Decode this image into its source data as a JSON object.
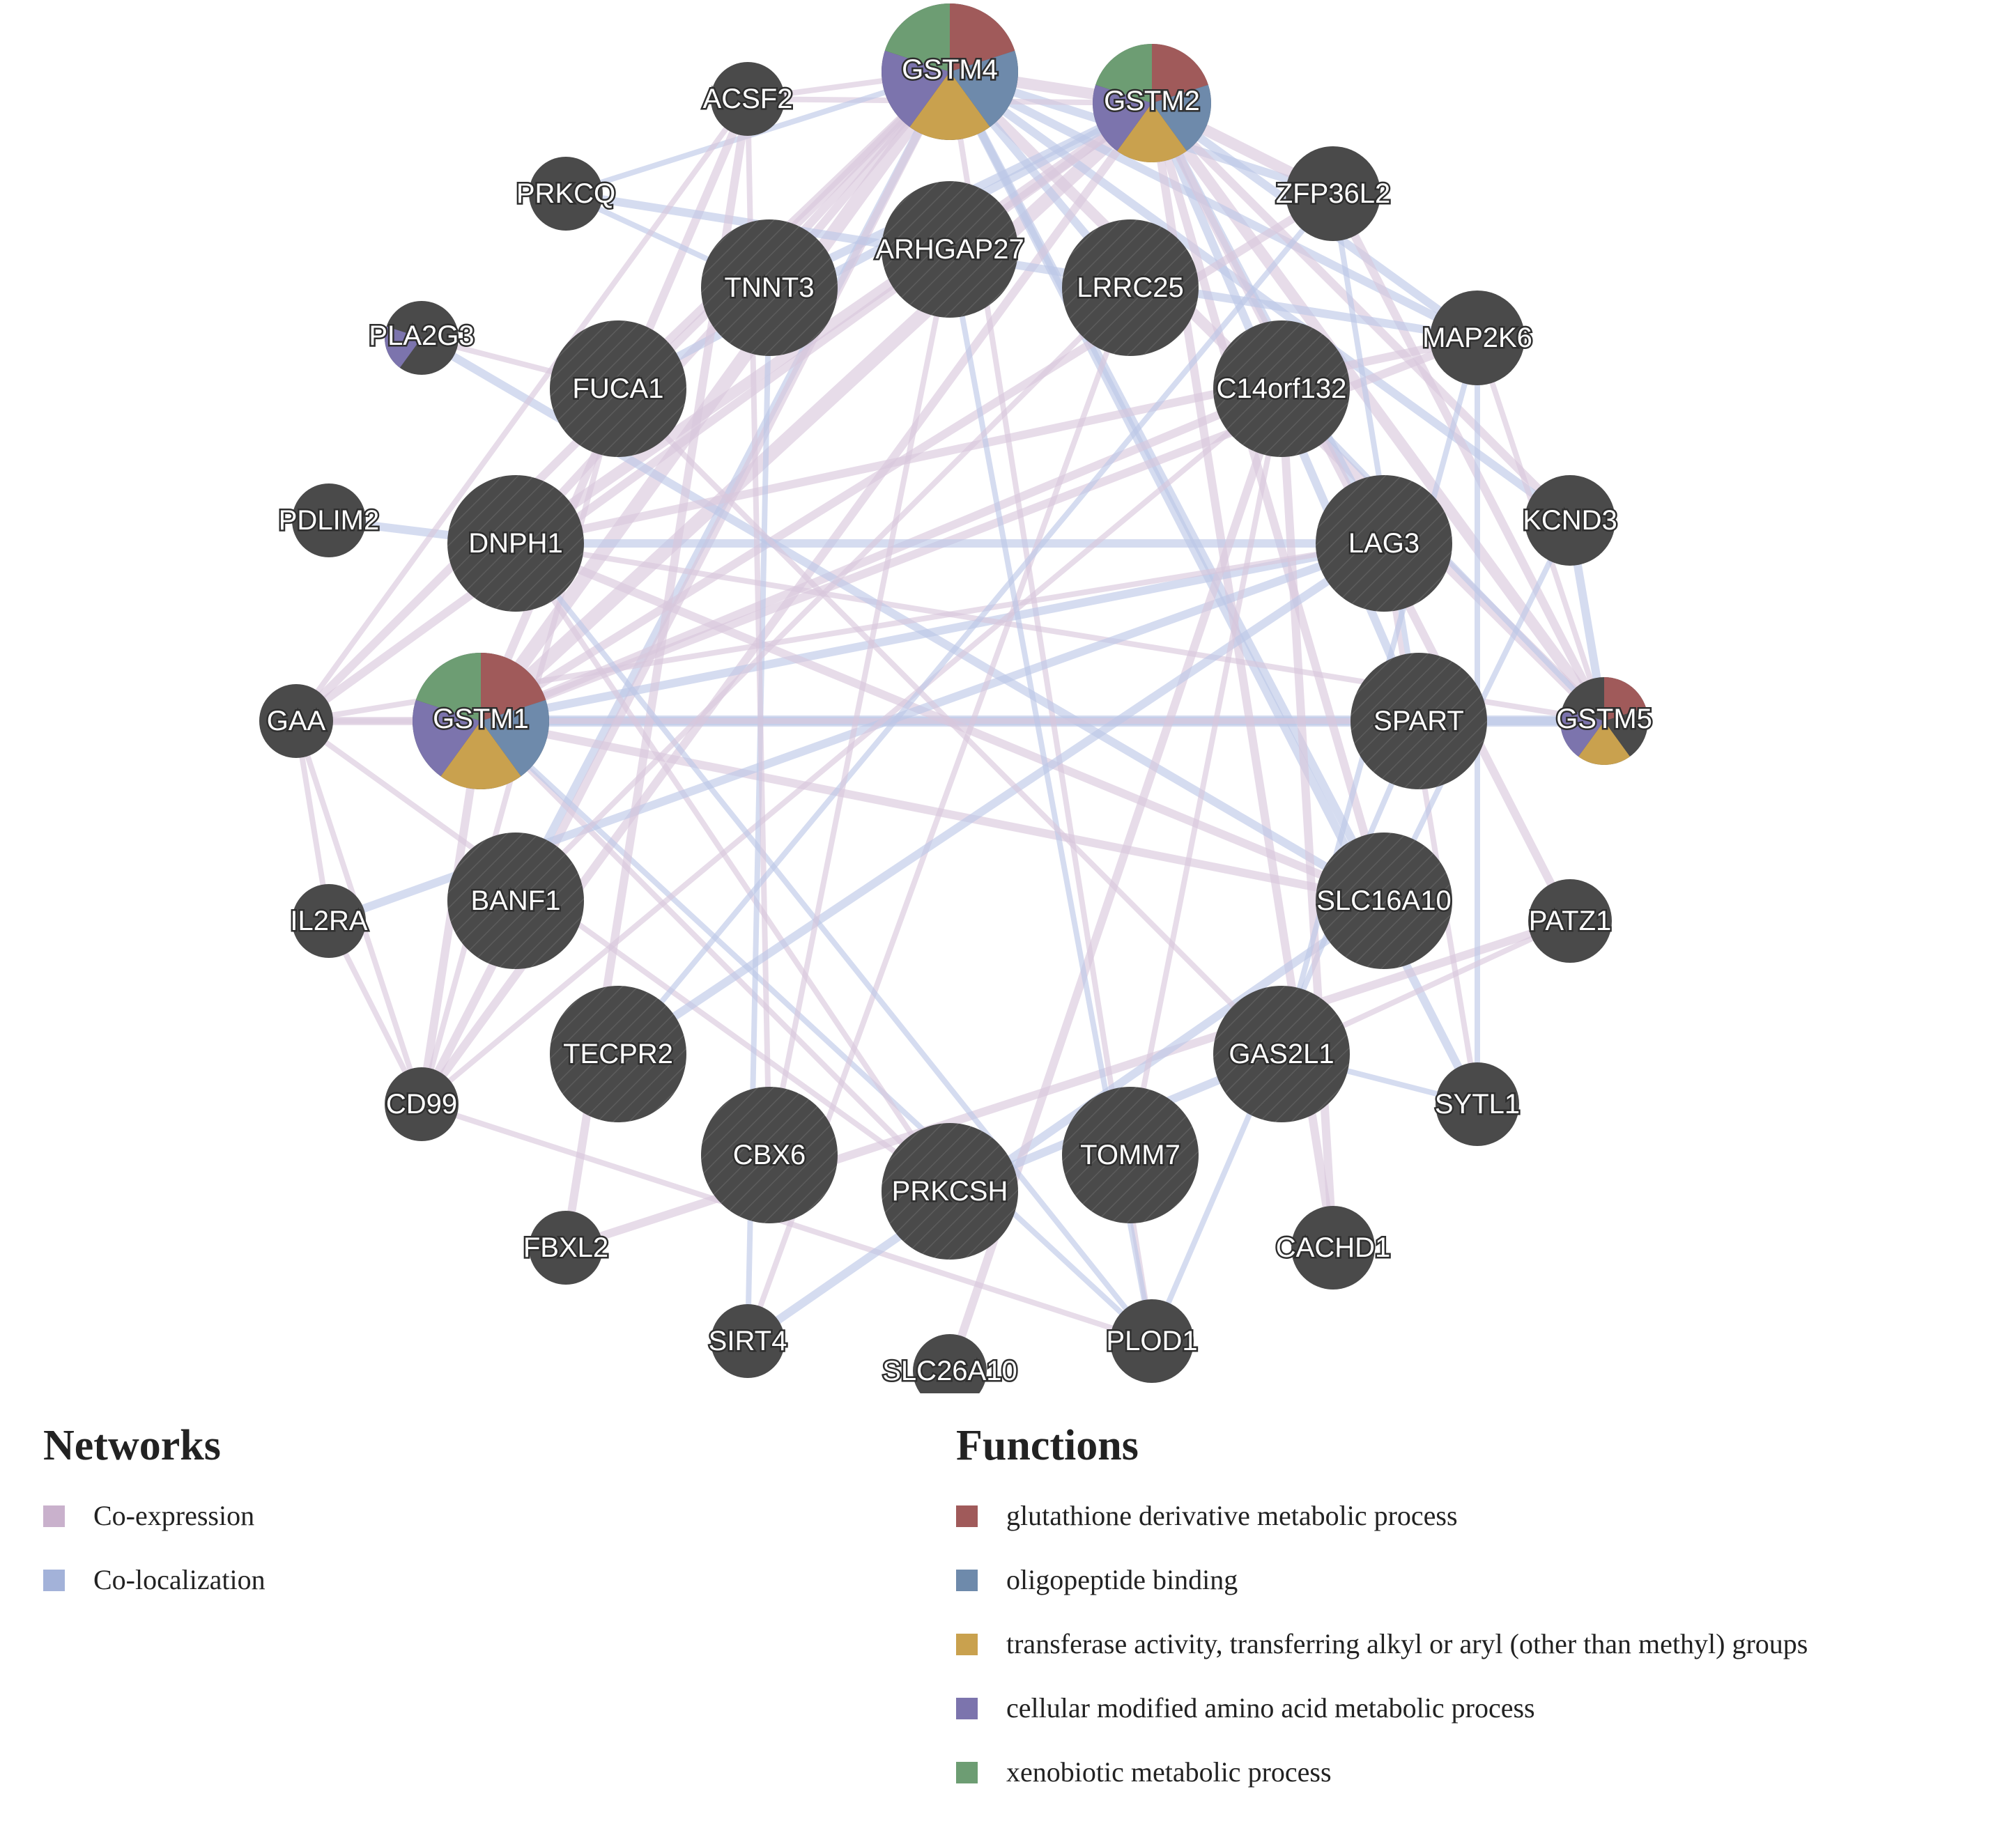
{
  "networks_legend": {
    "title": "Networks",
    "items": [
      {
        "label": "Co-expression",
        "color": "#c9b1cc"
      },
      {
        "label": "Co-localization",
        "color": "#a3b2d9"
      }
    ]
  },
  "functions_legend": {
    "title": "Functions",
    "items": [
      {
        "label": "glutathione derivative metabolic process",
        "color": "#a05a5a"
      },
      {
        "label": "oligopeptide binding",
        "color": "#6e8aab"
      },
      {
        "label": "transferase activity, transferring alkyl or aryl (other than methyl) groups",
        "color": "#c9a14e"
      },
      {
        "label": "cellular modified amino acid metabolic process",
        "color": "#7c74ad"
      },
      {
        "label": "xenobiotic metabolic process",
        "color": "#6d9d73"
      }
    ]
  },
  "network": {
    "node_color": "#4a4a4a",
    "edge_colors": {
      "coexpression": "#d9c6db",
      "colocalization": "#bcc6e6"
    },
    "nodes": [
      {
        "id": "GSTM4",
        "label": "GSTM4",
        "type": "query",
        "functions": [
          0,
          1,
          2,
          3,
          4
        ]
      },
      {
        "id": "GSTM2",
        "label": "GSTM2",
        "type": "query",
        "functions": [
          0,
          1,
          2,
          3,
          4
        ]
      },
      {
        "id": "GSTM1",
        "label": "GSTM1",
        "type": "query",
        "functions": [
          0,
          1,
          2,
          3,
          4
        ]
      },
      {
        "id": "GSTM5",
        "label": "GSTM5",
        "type": "result",
        "functions": [
          0,
          2,
          3
        ]
      },
      {
        "id": "ARHGAP27",
        "label": "ARHGAP27",
        "type": "query"
      },
      {
        "id": "TNNT3",
        "label": "TNNT3",
        "type": "query"
      },
      {
        "id": "LRRC25",
        "label": "LRRC25",
        "type": "query"
      },
      {
        "id": "FUCA1",
        "label": "FUCA1",
        "type": "query"
      },
      {
        "id": "C14orf132",
        "label": "C14orf132",
        "type": "query"
      },
      {
        "id": "DNPH1",
        "label": "DNPH1",
        "type": "query"
      },
      {
        "id": "LAG3",
        "label": "LAG3",
        "type": "query"
      },
      {
        "id": "SPART",
        "label": "SPART",
        "type": "query"
      },
      {
        "id": "BANF1",
        "label": "BANF1",
        "type": "query"
      },
      {
        "id": "SLC16A10",
        "label": "SLC16A10",
        "type": "query"
      },
      {
        "id": "TECPR2",
        "label": "TECPR2",
        "type": "query"
      },
      {
        "id": "GAS2L1",
        "label": "GAS2L1",
        "type": "query"
      },
      {
        "id": "CBX6",
        "label": "CBX6",
        "type": "query"
      },
      {
        "id": "PRKCSH",
        "label": "PRKCSH",
        "type": "query"
      },
      {
        "id": "TOMM7",
        "label": "TOMM7",
        "type": "query"
      },
      {
        "id": "ACSF2",
        "label": "ACSF2",
        "type": "result"
      },
      {
        "id": "PRKCQ",
        "label": "PRKCQ",
        "type": "result"
      },
      {
        "id": "ZFP36L2",
        "label": "ZFP36L2",
        "type": "result"
      },
      {
        "id": "PLA2G3",
        "label": "PLA2G3",
        "type": "result",
        "functions": [
          3
        ]
      },
      {
        "id": "MAP2K6",
        "label": "MAP2K6",
        "type": "result"
      },
      {
        "id": "PDLIM2",
        "label": "PDLIM2",
        "type": "result"
      },
      {
        "id": "KCND3",
        "label": "KCND3",
        "type": "result"
      },
      {
        "id": "GAA",
        "label": "GAA",
        "type": "result"
      },
      {
        "id": "IL2RA",
        "label": "IL2RA",
        "type": "result"
      },
      {
        "id": "PATZ1",
        "label": "PATZ1",
        "type": "result"
      },
      {
        "id": "CD99",
        "label": "CD99",
        "type": "result"
      },
      {
        "id": "SYTL1",
        "label": "SYTL1",
        "type": "result"
      },
      {
        "id": "FBXL2",
        "label": "FBXL2",
        "type": "result"
      },
      {
        "id": "CACHD1",
        "label": "CACHD1",
        "type": "result"
      },
      {
        "id": "SIRT4",
        "label": "SIRT4",
        "type": "result"
      },
      {
        "id": "SLC26A10",
        "label": "SLC26A10",
        "type": "result"
      },
      {
        "id": "PLOD1",
        "label": "PLOD1",
        "type": "result"
      }
    ],
    "edges": [
      {
        "source": "GSTM4",
        "target": "GSTM2",
        "type": "coexpression",
        "weight": 3
      },
      {
        "source": "GSTM4",
        "target": "GSTM1",
        "type": "coexpression",
        "weight": 4
      },
      {
        "source": "GSTM2",
        "target": "GSTM1",
        "type": "coexpression",
        "weight": 4
      },
      {
        "source": "GSTM4",
        "target": "GSTM5",
        "type": "coexpression",
        "weight": 3
      },
      {
        "source": "GSTM2",
        "target": "GSTM5",
        "type": "coexpression",
        "weight": 3
      },
      {
        "source": "GSTM1",
        "target": "GSTM5",
        "type": "colocalization",
        "weight": 3
      },
      {
        "source": "GSTM1",
        "target": "SPART",
        "type": "colocalization",
        "weight": 2
      },
      {
        "source": "GSTM4",
        "target": "ZFP36L2",
        "type": "colocalization",
        "weight": 2
      },
      {
        "source": "GSTM2",
        "target": "ZFP36L2",
        "type": "coexpression",
        "weight": 3
      },
      {
        "source": "GSTM2",
        "target": "MAP2K6",
        "type": "colocalization",
        "weight": 2
      },
      {
        "source": "GSTM4",
        "target": "MAP2K6",
        "type": "colocalization",
        "weight": 2
      },
      {
        "source": "GSTM2",
        "target": "KCND3",
        "type": "coexpression",
        "weight": 2
      },
      {
        "source": "GSTM4",
        "target": "KCND3",
        "type": "colocalization",
        "weight": 2
      },
      {
        "source": "GSTM4",
        "target": "ACSF2",
        "type": "coexpression",
        "weight": 1
      },
      {
        "source": "GSTM2",
        "target": "ACSF2",
        "type": "coexpression",
        "weight": 1
      },
      {
        "source": "GSTM4",
        "target": "FUCA1",
        "type": "coexpression",
        "weight": 2
      },
      {
        "source": "GSTM2",
        "target": "DNPH1",
        "type": "coexpression",
        "weight": 3
      },
      {
        "source": "GSTM4",
        "target": "DNPH1",
        "type": "coexpression",
        "weight": 2
      },
      {
        "source": "GSTM2",
        "target": "FUCA1",
        "type": "colocalization",
        "weight": 2
      },
      {
        "source": "GSTM4",
        "target": "BANF1",
        "type": "colocalization",
        "weight": 2
      },
      {
        "source": "GSTM4",
        "target": "TNNT3",
        "type": "coexpression",
        "weight": 2
      },
      {
        "source": "GSTM4",
        "target": "LRRC25",
        "type": "colocalization",
        "weight": 2
      },
      {
        "source": "GSTM2",
        "target": "TNNT3",
        "type": "colocalization",
        "weight": 2
      },
      {
        "source": "GSTM4",
        "target": "SLC16A10",
        "type": "colocalization",
        "weight": 2
      },
      {
        "source": "GSTM2",
        "target": "SLC16A10",
        "type": "coexpression",
        "weight": 2
      },
      {
        "source": "GSTM4",
        "target": "SYTL1",
        "type": "colocalization",
        "weight": 2
      },
      {
        "source": "GSTM2",
        "target": "SPART",
        "type": "colocalization",
        "weight": 2
      },
      {
        "source": "GSTM2",
        "target": "LAG3",
        "type": "colocalization",
        "weight": 2
      },
      {
        "source": "GSTM4",
        "target": "PRKCQ",
        "type": "colocalization",
        "weight": 1
      },
      {
        "source": "GSTM2",
        "target": "CD99",
        "type": "coexpression",
        "weight": 2
      },
      {
        "source": "GSTM4",
        "target": "GAA",
        "type": "coexpression",
        "weight": 2
      },
      {
        "source": "GSTM4",
        "target": "CD99",
        "type": "coexpression",
        "weight": 2
      },
      {
        "source": "GSTM2",
        "target": "GAA",
        "type": "coexpression",
        "weight": 2
      },
      {
        "source": "GSTM2",
        "target": "PATZ1",
        "type": "coexpression",
        "weight": 2
      },
      {
        "source": "GSTM4",
        "target": "PLOD1",
        "type": "coexpression",
        "weight": 1
      },
      {
        "source": "GSTM2",
        "target": "CACHD1",
        "type": "coexpression",
        "weight": 2
      },
      {
        "source": "GSTM1",
        "target": "MAP2K6",
        "type": "coexpression",
        "weight": 2
      },
      {
        "source": "GSTM1",
        "target": "ZFP36L2",
        "type": "coexpression",
        "weight": 2
      },
      {
        "source": "GSTM1",
        "target": "ACSF2",
        "type": "coexpression",
        "weight": 2
      },
      {
        "source": "GSTM1",
        "target": "C14orf132",
        "type": "coexpression",
        "weight": 2
      },
      {
        "source": "GSTM1",
        "target": "LAG3",
        "type": "colocalization",
        "weight": 2
      },
      {
        "source": "GSTM1",
        "target": "SLC16A10",
        "type": "coexpression",
        "weight": 2
      },
      {
        "source": "GSTM1",
        "target": "GAA",
        "type": "coexpression",
        "weight": 2
      },
      {
        "source": "GSTM1",
        "target": "CD99",
        "type": "coexpression",
        "weight": 2
      },
      {
        "source": "GSTM1",
        "target": "PRKCSH",
        "type": "coexpression",
        "weight": 1
      },
      {
        "source": "GSTM1",
        "target": "PLOD1",
        "type": "colocalization",
        "weight": 1
      },
      {
        "source": "GSTM5",
        "target": "KCND3",
        "type": "colocalization",
        "weight": 2
      },
      {
        "source": "GSTM5",
        "target": "ZFP36L2",
        "type": "coexpression",
        "weight": 2
      },
      {
        "source": "GSTM5",
        "target": "DNPH1",
        "type": "coexpression",
        "weight": 1
      },
      {
        "source": "GSTM5",
        "target": "C14orf132",
        "type": "colocalization",
        "weight": 1
      },
      {
        "source": "GSTM5",
        "target": "SPART",
        "type": "colocalization",
        "weight": 2
      },
      {
        "source": "GSTM5",
        "target": "MAP2K6",
        "type": "coexpression",
        "weight": 1
      },
      {
        "source": "PRKCQ",
        "target": "MAP2K6",
        "type": "colocalization",
        "weight": 2
      },
      {
        "source": "PRKCQ",
        "target": "TNNT3",
        "type": "colocalization",
        "weight": 1
      },
      {
        "source": "PLA2G3",
        "target": "SLC16A10",
        "type": "colocalization",
        "weight": 2
      },
      {
        "source": "PLA2G3",
        "target": "FUCA1",
        "type": "coexpression",
        "weight": 1
      },
      {
        "source": "PDLIM2",
        "target": "DNPH1",
        "type": "colocalization",
        "weight": 2
      },
      {
        "source": "DNPH1",
        "target": "LAG3",
        "type": "colocalization",
        "weight": 2
      },
      {
        "source": "DNPH1",
        "target": "PRKCSH",
        "type": "coexpression",
        "weight": 1
      },
      {
        "source": "DNPH1",
        "target": "SLC16A10",
        "type": "coexpression",
        "weight": 2
      },
      {
        "source": "DNPH1",
        "target": "MAP2K6",
        "type": "coexpression",
        "weight": 2
      },
      {
        "source": "GAA",
        "target": "ACSF2",
        "type": "coexpression",
        "weight": 1
      },
      {
        "source": "GAA",
        "target": "CD99",
        "type": "coexpression",
        "weight": 1
      },
      {
        "source": "GAA",
        "target": "PRKCSH",
        "type": "coexpression",
        "weight": 1
      },
      {
        "source": "GAA",
        "target": "LAG3",
        "type": "coexpression",
        "weight": 1
      },
      {
        "source": "GAA",
        "target": "SPART",
        "type": "coexpression",
        "weight": 1
      },
      {
        "source": "IL2RA",
        "target": "LAG3",
        "type": "colocalization",
        "weight": 2
      },
      {
        "source": "IL2RA",
        "target": "GAA",
        "type": "coexpression",
        "weight": 1
      },
      {
        "source": "IL2RA",
        "target": "CD99",
        "type": "coexpression",
        "weight": 1
      },
      {
        "source": "CD99",
        "target": "PLOD1",
        "type": "coexpression",
        "weight": 1
      },
      {
        "source": "CD99",
        "target": "FUCA1",
        "type": "coexpression",
        "weight": 1
      },
      {
        "source": "CD99",
        "target": "C14orf132",
        "type": "coexpression",
        "weight": 1
      },
      {
        "source": "FBXL2",
        "target": "PATZ1",
        "type": "coexpression",
        "weight": 2
      },
      {
        "source": "FBXL2",
        "target": "ACSF2",
        "type": "coexpression",
        "weight": 2
      },
      {
        "source": "SIRT4",
        "target": "TNNT3",
        "type": "colocalization",
        "weight": 1
      },
      {
        "source": "SIRT4",
        "target": "SLC16A10",
        "type": "colocalization",
        "weight": 2
      },
      {
        "source": "SIRT4",
        "target": "LRRC25",
        "type": "coexpression",
        "weight": 1
      },
      {
        "source": "SLC26A10",
        "target": "C14orf132",
        "type": "coexpression",
        "weight": 2
      },
      {
        "source": "PLOD1",
        "target": "ARHGAP27",
        "type": "colocalization",
        "weight": 1
      },
      {
        "source": "PLOD1",
        "target": "SPART",
        "type": "colocalization",
        "weight": 1
      },
      {
        "source": "PLOD1",
        "target": "DNPH1",
        "type": "colocalization",
        "weight": 1
      },
      {
        "source": "CACHD1",
        "target": "C14orf132",
        "type": "coexpression",
        "weight": 2
      },
      {
        "source": "SYTL1",
        "target": "MAP2K6",
        "type": "colocalization",
        "weight": 1
      },
      {
        "source": "SYTL1",
        "target": "LAG3",
        "type": "coexpression",
        "weight": 1
      },
      {
        "source": "SYTL1",
        "target": "GAS2L1",
        "type": "colocalization",
        "weight": 1
      },
      {
        "source": "PATZ1",
        "target": "GAS2L1",
        "type": "coexpression",
        "weight": 1
      },
      {
        "source": "KCND3",
        "target": "SLC16A10",
        "type": "colocalization",
        "weight": 1
      },
      {
        "source": "MAP2K6",
        "target": "GAS2L1",
        "type": "colocalization",
        "weight": 1
      },
      {
        "source": "ZFP36L2",
        "target": "SPART",
        "type": "colocalization",
        "weight": 1
      },
      {
        "source": "ACSF2",
        "target": "CBX6",
        "type": "coexpression",
        "weight": 1
      },
      {
        "source": "TECPR2",
        "target": "LAG3",
        "type": "colocalization",
        "weight": 2
      },
      {
        "source": "TECPR2",
        "target": "ZFP36L2",
        "type": "colocalization",
        "weight": 1
      },
      {
        "source": "BANF1",
        "target": "LRRC25",
        "type": "coexpression",
        "weight": 1
      },
      {
        "source": "CBX6",
        "target": "ARHGAP27",
        "type": "coexpression",
        "weight": 1
      },
      {
        "source": "PRKCSH",
        "target": "GAS2L1",
        "type": "colocalization",
        "weight": 2
      },
      {
        "source": "TOMM7",
        "target": "C14orf132",
        "type": "coexpression",
        "weight": 1
      },
      {
        "source": "GAS2L1",
        "target": "FUCA1",
        "type": "coexpression",
        "weight": 1
      }
    ]
  }
}
